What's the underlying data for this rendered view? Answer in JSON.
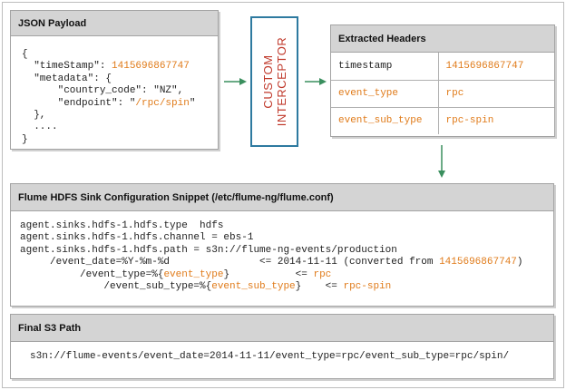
{
  "json_payload": {
    "title": "JSON Payload",
    "lines": [
      [
        {
          "t": "{"
        }
      ],
      [
        {
          "t": "  \"timeStamp\": "
        },
        {
          "t": "1415696867747",
          "hl": true
        }
      ],
      [
        {
          "t": "  \"metadata\": {"
        }
      ],
      [
        {
          "t": "      \"country_code\": \"NZ\","
        }
      ],
      [
        {
          "t": "      \"endpoint\": \""
        },
        {
          "t": "/rpc/spin",
          "hl": true
        },
        {
          "t": "\""
        }
      ],
      [
        {
          "t": "  },"
        }
      ],
      [
        {
          "t": "  ...."
        }
      ],
      [
        {
          "t": "}"
        }
      ]
    ]
  },
  "interceptor": {
    "line1": "CUSTOM",
    "line2": "INTERCEPTOR"
  },
  "extracted_headers": {
    "title": "Extracted Headers",
    "rows": [
      {
        "key": "timestamp",
        "value": "1415696867747",
        "key_hl": false
      },
      {
        "key": "event_type",
        "value": "rpc",
        "key_hl": true
      },
      {
        "key": "event_sub_type",
        "value": "rpc-spin",
        "key_hl": true
      }
    ]
  },
  "config_snippet": {
    "title": "Flume HDFS Sink Configuration Snippet (/etc/flume-ng/flume.conf)",
    "lines": [
      [
        {
          "t": "agent.sinks.hdfs-1.hdfs.type  hdfs"
        }
      ],
      [
        {
          "t": "agent.sinks.hdfs-1.hdfs.channel = ebs-1"
        }
      ],
      [
        {
          "t": "agent.sinks.hdfs-1.hdfs.path = s3n://flume-ng-events/production"
        }
      ],
      [
        {
          "t": "     /event_date=%Y-%m-%d               <= 2014-11-11 (converted from "
        },
        {
          "t": "1415696867747",
          "hl": true
        },
        {
          "t": ")"
        }
      ],
      [
        {
          "t": "          /event_type=%{"
        },
        {
          "t": "event_type",
          "hl": true
        },
        {
          "t": "}           <= "
        },
        {
          "t": "rpc",
          "hl": true
        }
      ],
      [
        {
          "t": "              /event_sub_type=%{"
        },
        {
          "t": "event_sub_type",
          "hl": true
        },
        {
          "t": "}    <= "
        },
        {
          "t": "rpc-spin",
          "hl": true
        }
      ]
    ]
  },
  "final_path": {
    "title": "Final S3 Path",
    "value": "s3n://flume-events/event_date=2014-11-11/event_type=rpc/event_sub_type=rpc/spin/"
  },
  "colors": {
    "highlight": "#e07b1a",
    "arrow": "#3a8f5e",
    "interceptor_border": "#2e7aa0",
    "interceptor_text": "#c0392b",
    "header_bg": "#d4d4d4"
  }
}
